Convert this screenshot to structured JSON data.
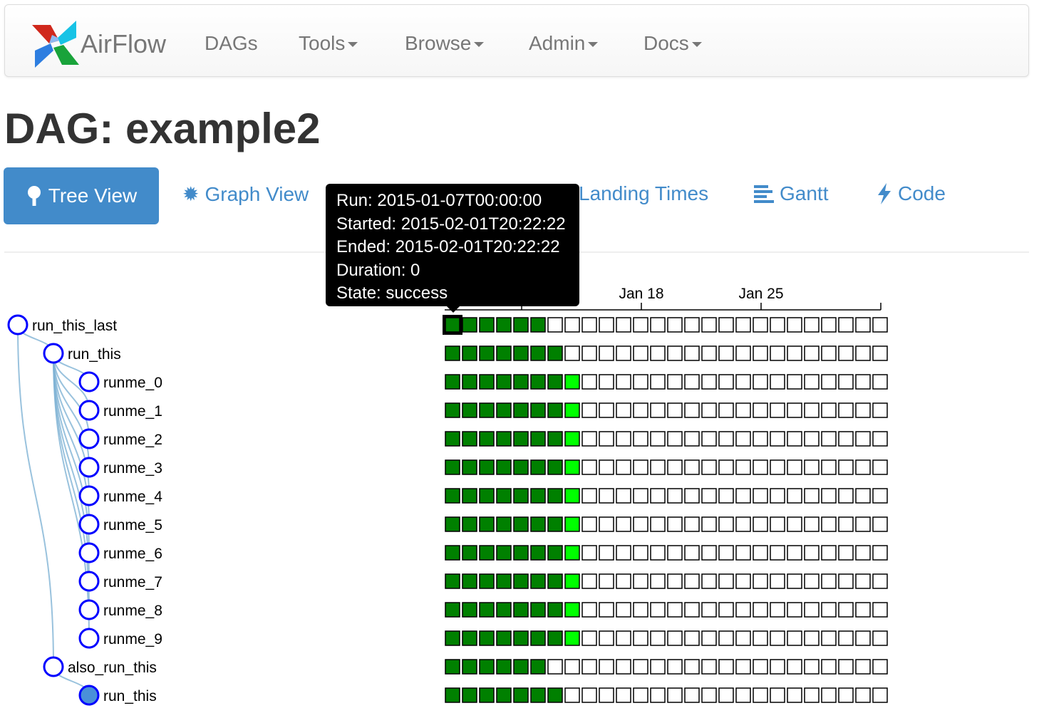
{
  "navbar": {
    "brand": "AirFlow",
    "items": [
      {
        "label": "DAGs",
        "dropdown": false
      },
      {
        "label": "Tools",
        "dropdown": true
      },
      {
        "label": "Browse",
        "dropdown": true
      },
      {
        "label": "Admin",
        "dropdown": true
      },
      {
        "label": "Docs",
        "dropdown": true
      }
    ]
  },
  "page_title": "DAG: example2",
  "tabs": [
    {
      "label": "Tree View",
      "icon": "tree-icon",
      "active": true
    },
    {
      "label": "Graph View",
      "icon": "asterisk-icon"
    },
    {
      "label": "Landing Times",
      "icon": ""
    },
    {
      "label": "Gantt",
      "icon": "align-left-icon"
    },
    {
      "label": "Code",
      "icon": "flash-icon"
    }
  ],
  "tooltip": {
    "run": "Run: 2015-01-07T00:00:00",
    "started": "Started: 2015-02-01T20:22:22",
    "ended": "Ended: 2015-02-01T20:22:22",
    "duration": "Duration: 0",
    "state": "State: success"
  },
  "colors": {
    "success": "#008000",
    "running": "#00ff00",
    "node_stroke": "#0000ff",
    "collapsed_fill": "#4a90d9",
    "link": "#7fb3d5",
    "brand": "#428bca"
  },
  "grid": {
    "run_count": 26,
    "axis_labels": [
      "",
      "Jan 18",
      "Jan 25"
    ],
    "highlighted": {
      "row": 0,
      "col": 0
    }
  },
  "tree": [
    {
      "label": "run_this_last",
      "depth": 0,
      "parent": null,
      "states": [
        "success",
        "success",
        "success",
        "success",
        "success",
        "success"
      ]
    },
    {
      "label": "run_this",
      "depth": 1,
      "parent": 0,
      "states": [
        "success",
        "success",
        "success",
        "success",
        "success",
        "success",
        "success"
      ]
    },
    {
      "label": "runme_0",
      "depth": 2,
      "parent": 1,
      "states": [
        "success",
        "success",
        "success",
        "success",
        "success",
        "success",
        "success",
        "running"
      ]
    },
    {
      "label": "runme_1",
      "depth": 2,
      "parent": 1,
      "states": [
        "success",
        "success",
        "success",
        "success",
        "success",
        "success",
        "success",
        "running"
      ]
    },
    {
      "label": "runme_2",
      "depth": 2,
      "parent": 1,
      "states": [
        "success",
        "success",
        "success",
        "success",
        "success",
        "success",
        "success",
        "running"
      ]
    },
    {
      "label": "runme_3",
      "depth": 2,
      "parent": 1,
      "states": [
        "success",
        "success",
        "success",
        "success",
        "success",
        "success",
        "success",
        "running"
      ]
    },
    {
      "label": "runme_4",
      "depth": 2,
      "parent": 1,
      "states": [
        "success",
        "success",
        "success",
        "success",
        "success",
        "success",
        "success",
        "running"
      ]
    },
    {
      "label": "runme_5",
      "depth": 2,
      "parent": 1,
      "states": [
        "success",
        "success",
        "success",
        "success",
        "success",
        "success",
        "success",
        "running"
      ]
    },
    {
      "label": "runme_6",
      "depth": 2,
      "parent": 1,
      "states": [
        "success",
        "success",
        "success",
        "success",
        "success",
        "success",
        "success",
        "running"
      ]
    },
    {
      "label": "runme_7",
      "depth": 2,
      "parent": 1,
      "states": [
        "success",
        "success",
        "success",
        "success",
        "success",
        "success",
        "success",
        "running"
      ]
    },
    {
      "label": "runme_8",
      "depth": 2,
      "parent": 1,
      "states": [
        "success",
        "success",
        "success",
        "success",
        "success",
        "success",
        "success",
        "running"
      ]
    },
    {
      "label": "runme_9",
      "depth": 2,
      "parent": 1,
      "states": [
        "success",
        "success",
        "success",
        "success",
        "success",
        "success",
        "success",
        "running"
      ]
    },
    {
      "label": "also_run_this",
      "depth": 1,
      "parent": 0,
      "states": [
        "success",
        "success",
        "success",
        "success",
        "success",
        "success"
      ]
    },
    {
      "label": "run_this",
      "depth": 2,
      "parent": 12,
      "collapsed": true,
      "states": [
        "success",
        "success",
        "success",
        "success",
        "success",
        "success",
        "success"
      ]
    }
  ]
}
